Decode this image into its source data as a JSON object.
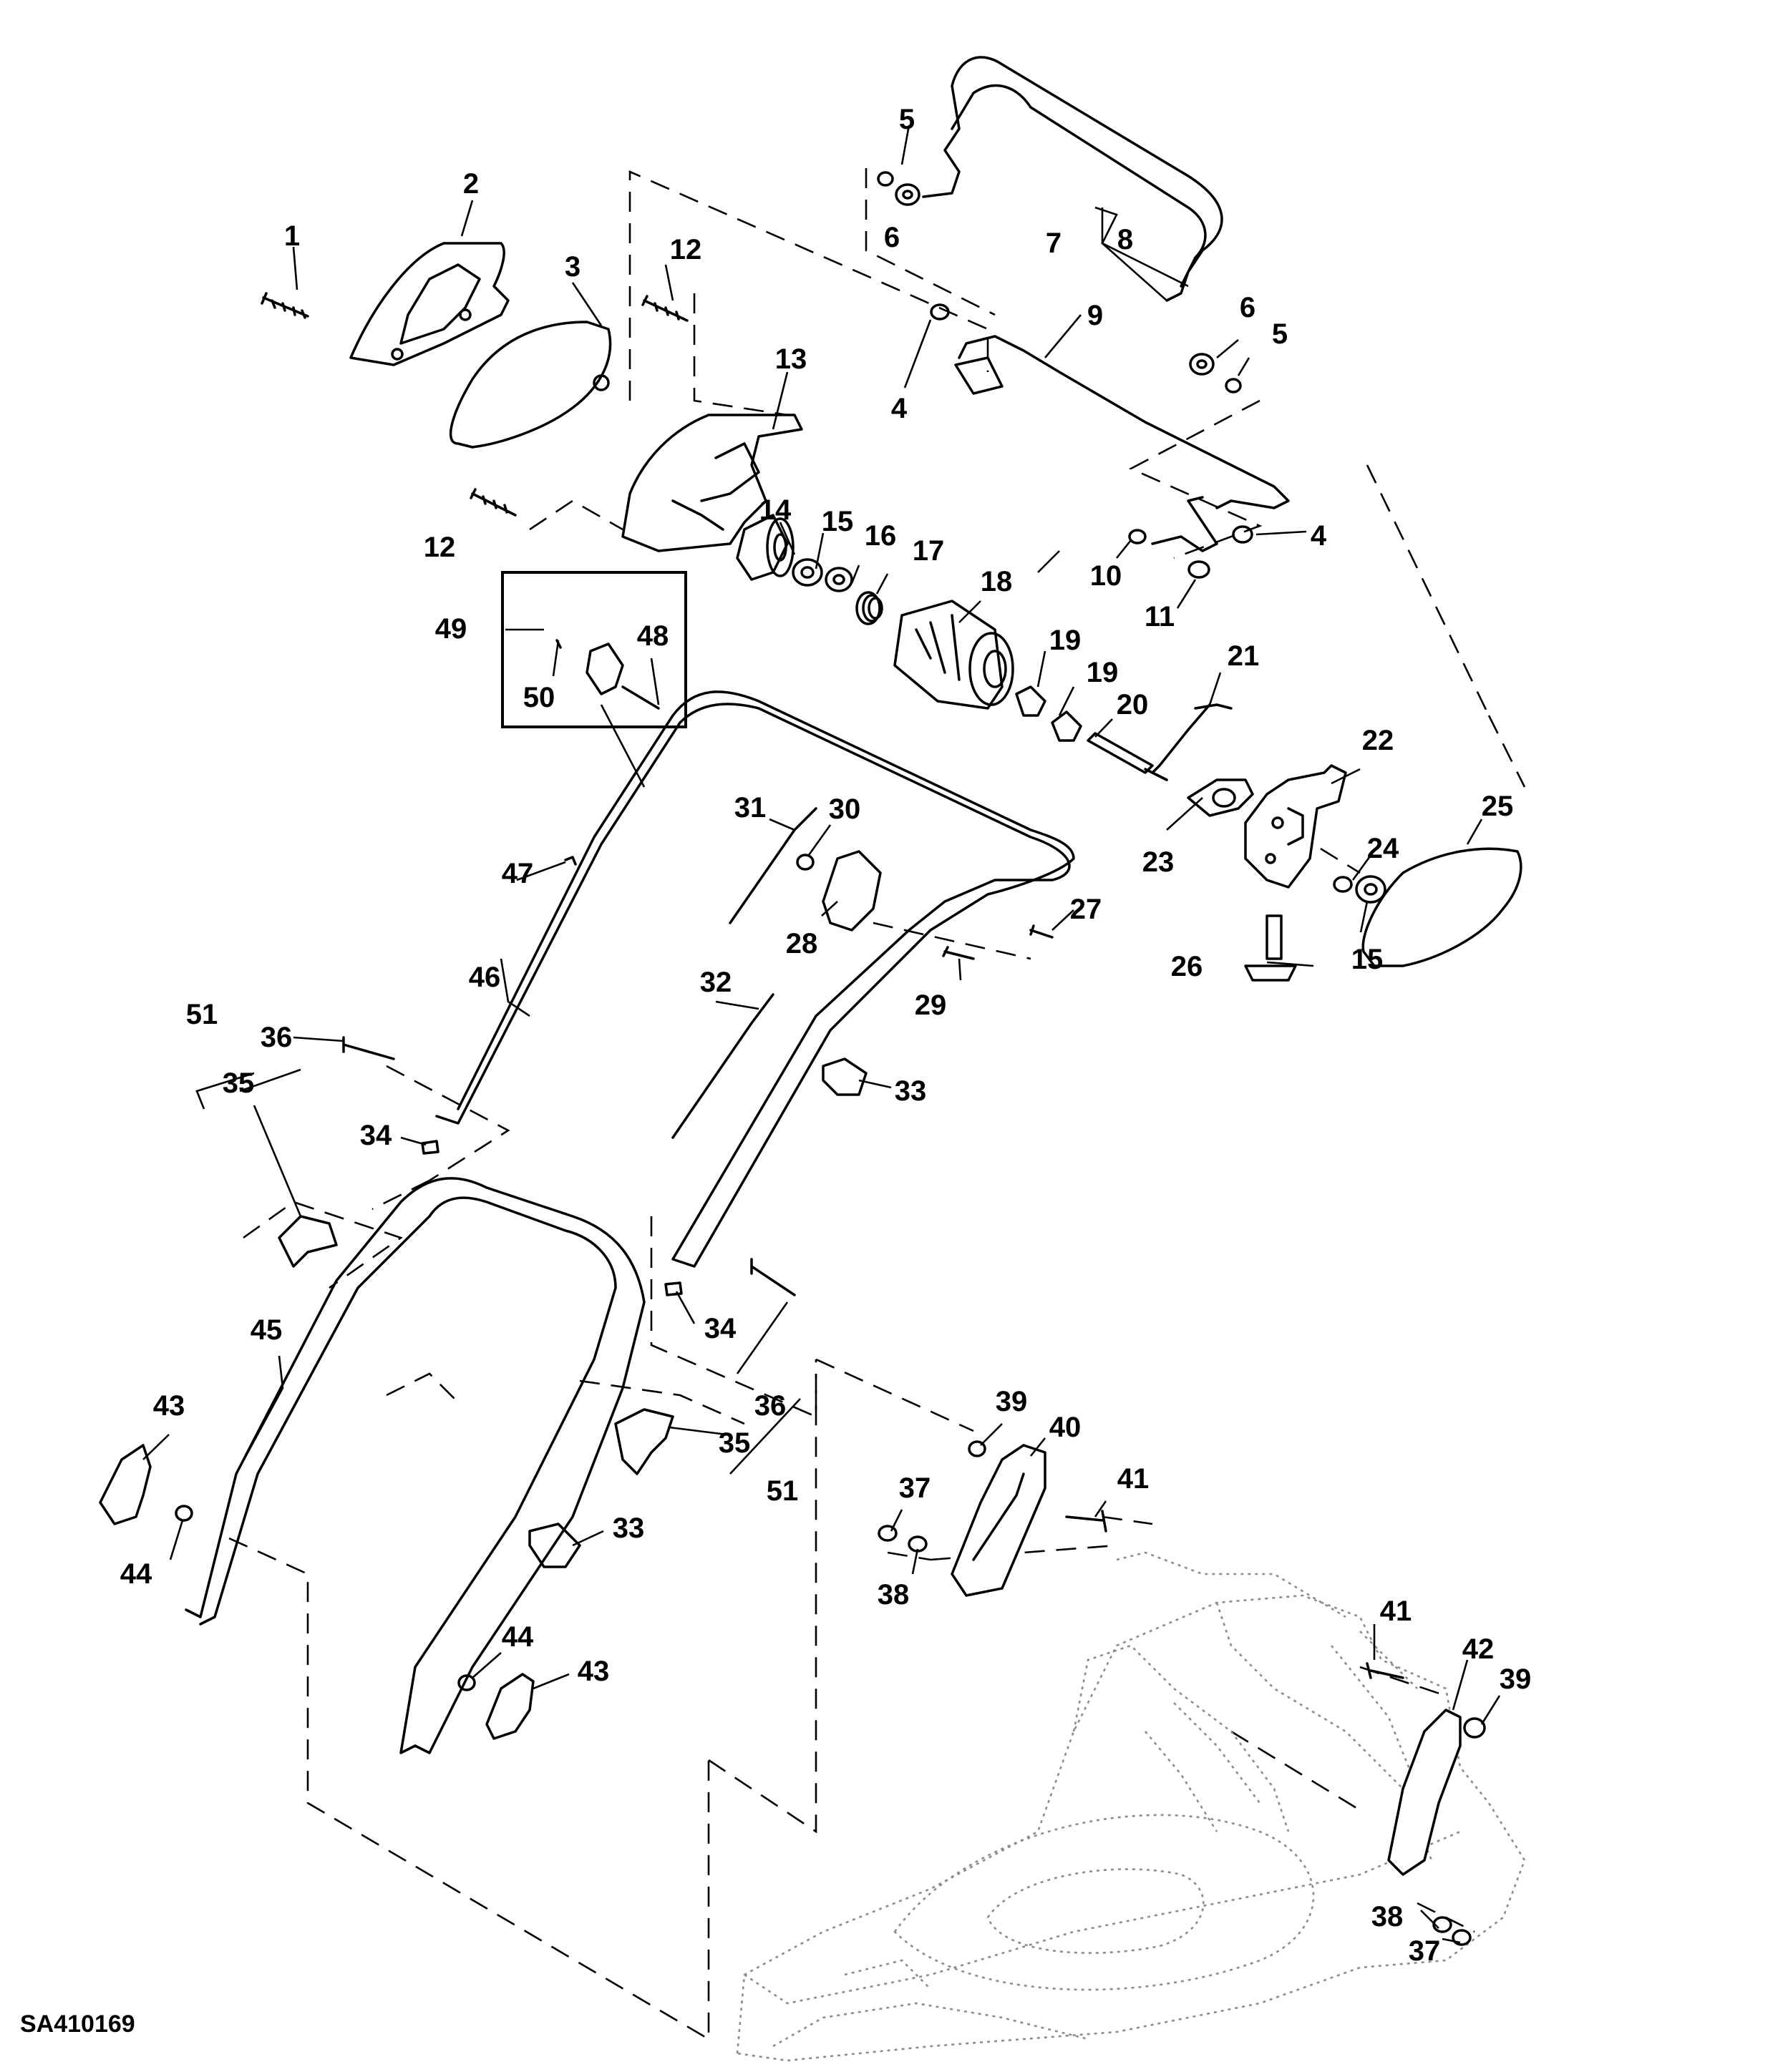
{
  "drawing_ref": "SA410169",
  "callouts": [
    "1",
    "2",
    "3",
    "4",
    "5",
    "6",
    "7",
    "8",
    "9",
    "10",
    "11",
    "12",
    "13",
    "14",
    "15",
    "16",
    "17",
    "18",
    "19",
    "20",
    "21",
    "22",
    "23",
    "24",
    "25",
    "26",
    "27",
    "28",
    "29",
    "30",
    "31",
    "32",
    "33",
    "34",
    "35",
    "36",
    "37",
    "38",
    "39",
    "40",
    "41",
    "42",
    "43",
    "44",
    "45",
    "46",
    "47",
    "48",
    "49",
    "50",
    "51"
  ],
  "colors": {
    "line": "#000000",
    "mower_outline": "#8c8c8c",
    "background": "#ffffff"
  }
}
